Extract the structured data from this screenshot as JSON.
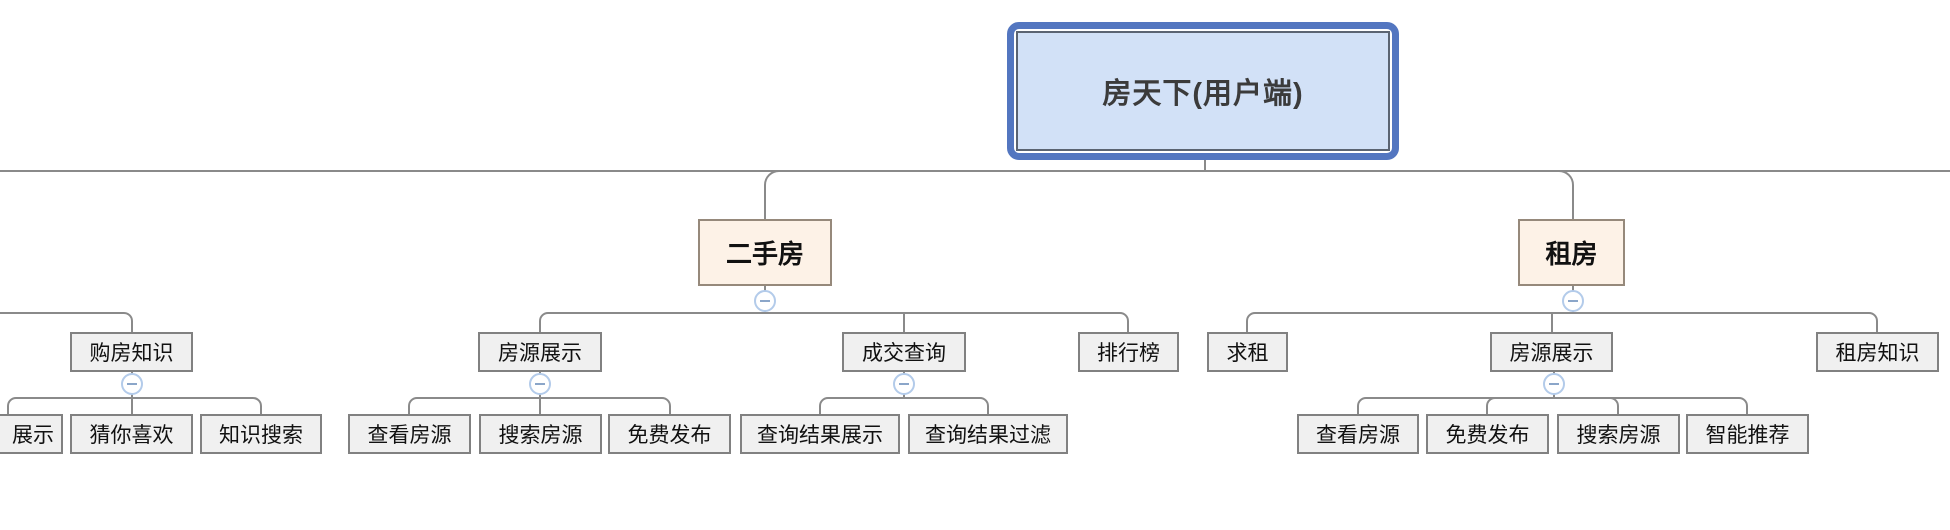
{
  "diagram_title": "房天下(用户端) mind map",
  "nodes": {
    "root": "房天下(用户端)",
    "secondhand": "二手房",
    "rent": "租房",
    "buy_knowledge": "购房知识",
    "sh_listing": "房源展示",
    "deal_query": "成交查询",
    "ranking": "排行榜",
    "seek_rent": "求租",
    "rent_listing": "房源展示",
    "rent_knowledge": "租房知识",
    "partial_display": "展示",
    "guess_like": "猜你喜欢",
    "knowledge_search": "知识搜索",
    "sh_view": "查看房源",
    "sh_search": "搜索房源",
    "sh_free_post": "免费发布",
    "query_result_display": "查询结果展示",
    "query_result_filter": "查询结果过滤",
    "rent_view": "查看房源",
    "rent_free_post": "免费发布",
    "rent_search": "搜索房源",
    "smart_recommend": "智能推荐"
  },
  "tree": {
    "root": "房天下(用户端)",
    "visible_branches": [
      {
        "label": "(off-screen left branch)",
        "children": [
          {
            "label": "购房知识",
            "children": [
              "展示",
              "猜你喜欢",
              "知识搜索"
            ]
          }
        ]
      },
      {
        "label": "二手房",
        "children": [
          {
            "label": "房源展示",
            "children": [
              "查看房源",
              "搜索房源",
              "免费发布"
            ]
          },
          {
            "label": "成交查询",
            "children": [
              "查询结果展示",
              "查询结果过滤"
            ]
          },
          {
            "label": "排行榜",
            "children": []
          }
        ]
      },
      {
        "label": "租房",
        "children": [
          {
            "label": "求租",
            "children": []
          },
          {
            "label": "房源展示",
            "children": [
              "查看房源",
              "免费发布",
              "搜索房源",
              "智能推荐"
            ]
          },
          {
            "label": "租房知识",
            "children": []
          }
        ]
      }
    ]
  },
  "icons": {
    "collapse": "minus-circle-icon"
  },
  "colors": {
    "root_fill": "#d2e1f7",
    "root_border": "#5b6472",
    "selection_ring": "#5376c0",
    "branch_fill": "#fdf2e7",
    "branch_border": "#96897b",
    "node_fill": "#f0f0f0",
    "node_border": "#818181",
    "connector": "#8a8a8a",
    "collapse_border": "#b3cbea",
    "collapse_dash": "#8ba6c9",
    "text": "#111111",
    "root_text": "#3b3b3b"
  }
}
